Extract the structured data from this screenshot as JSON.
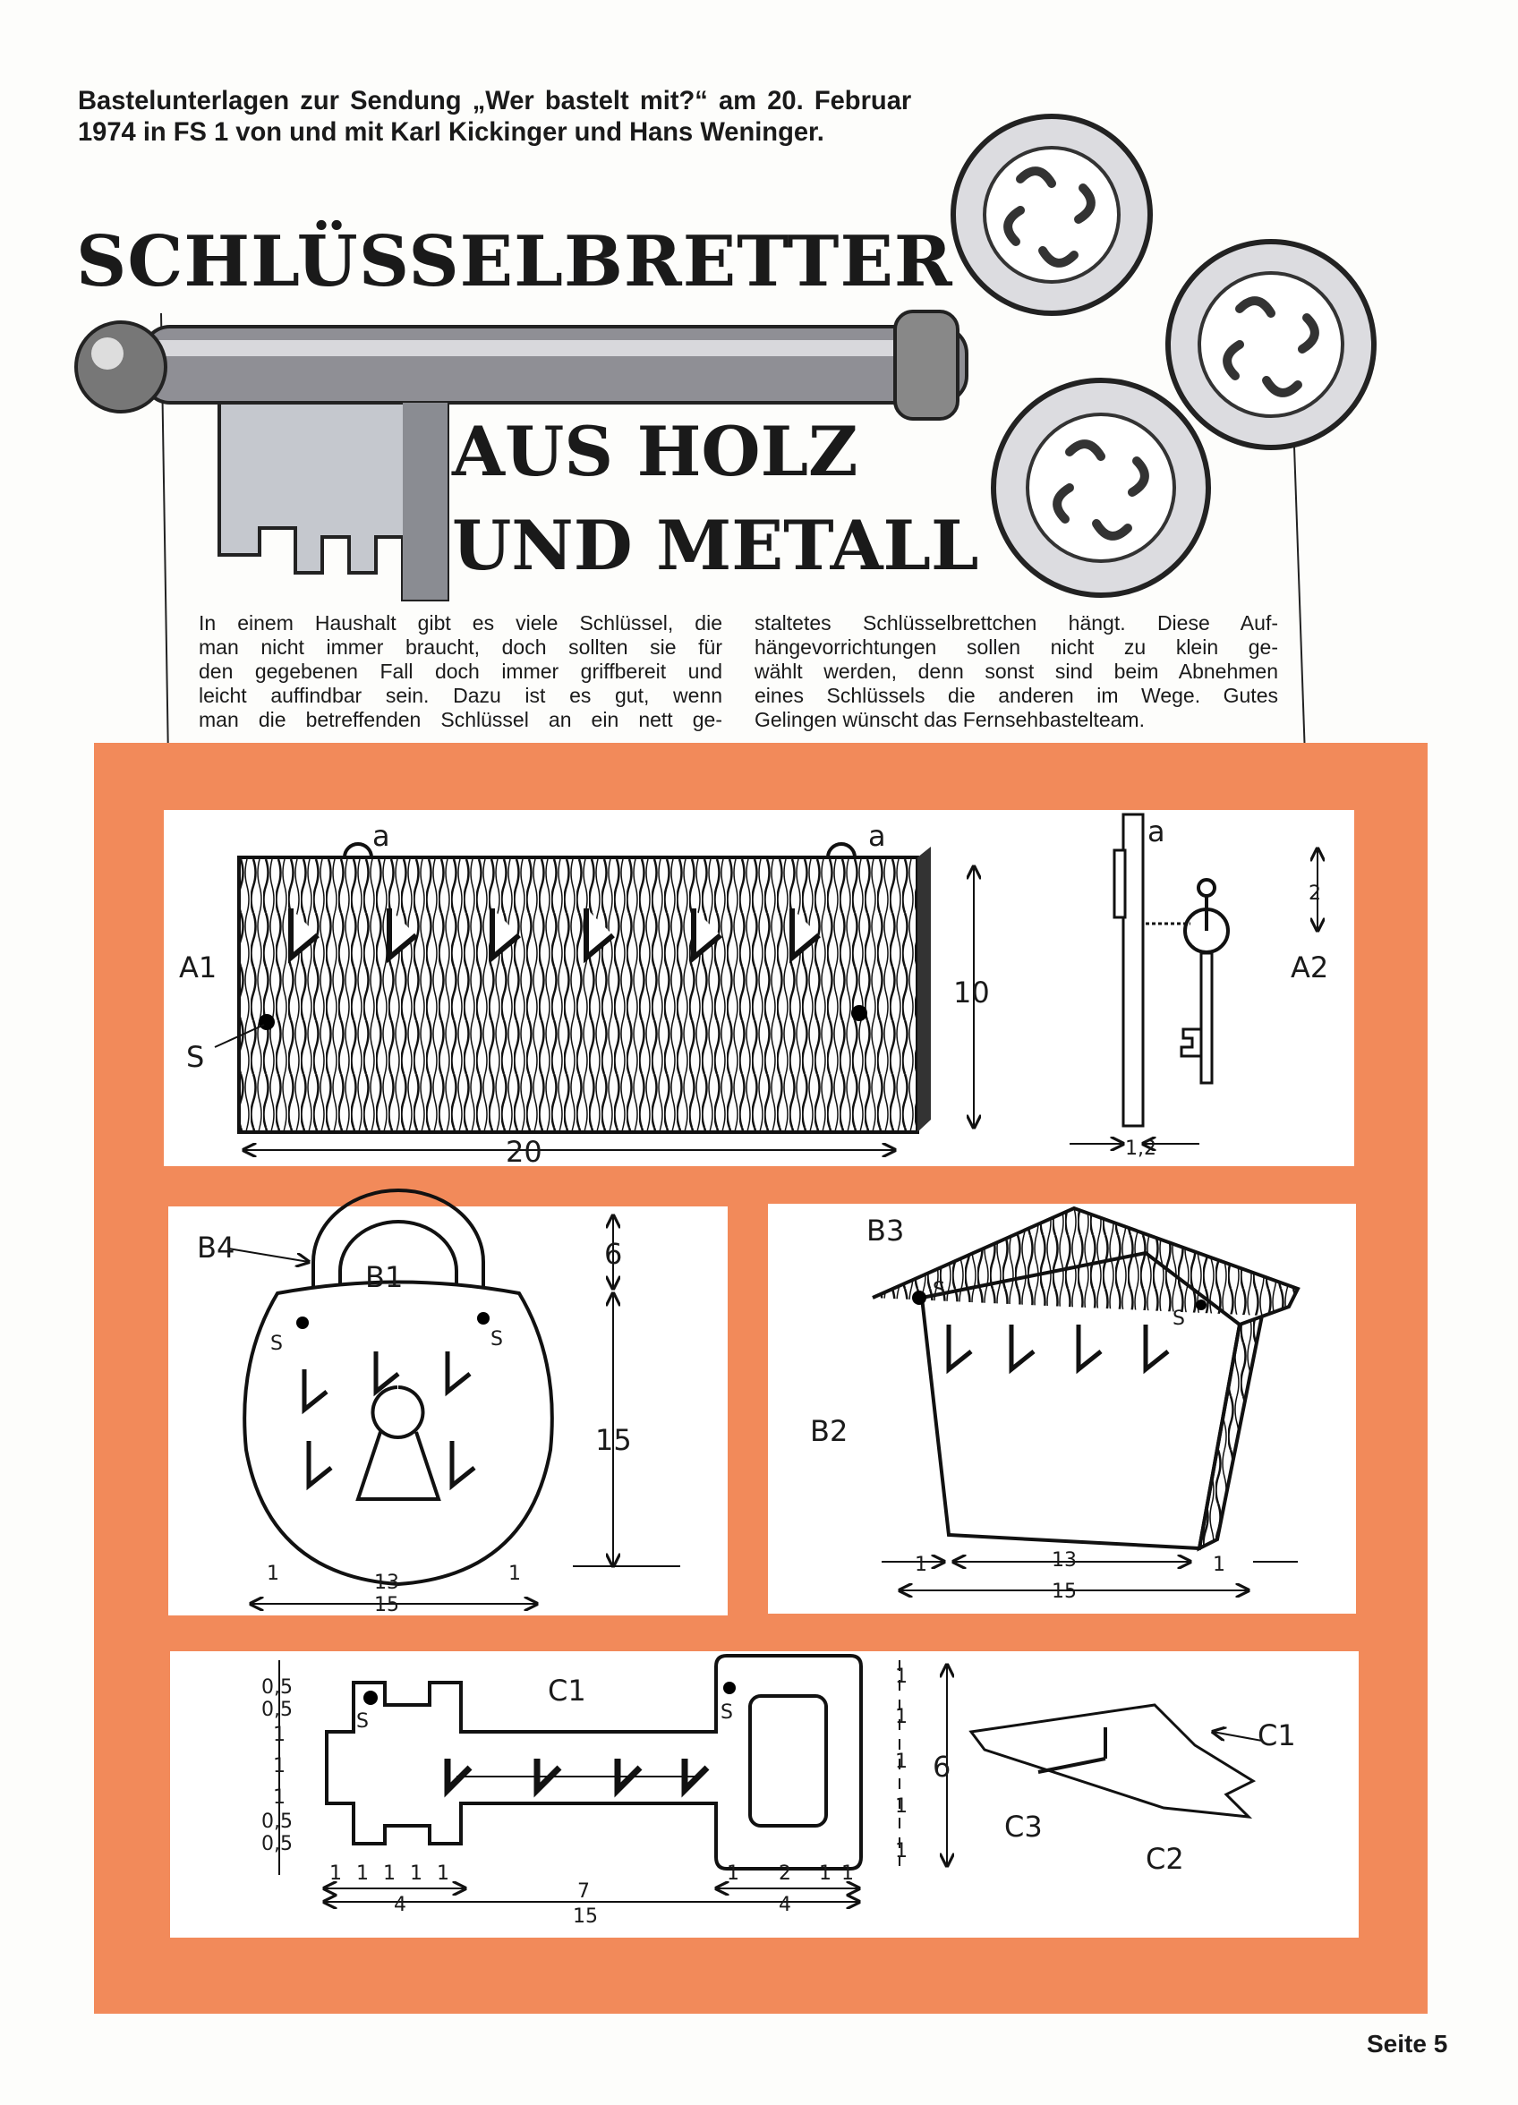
{
  "intro": "Bastelunterlagen zur Sendung „Wer bastelt mit?“ am 20. Februar 1974 in FS 1 von und mit Karl Kickinger und Hans Weninger.",
  "title": "SCHLÜSSELBRETTER",
  "subtitle_line1": "AUS HOLZ",
  "subtitle_line2": "UND METALL",
  "body": {
    "col1": [
      "In einem Haushalt gibt es viele Schlüssel, die",
      "man nicht immer braucht, doch sollten sie für",
      "den gegebenen Fall doch immer griffbereit und",
      "leicht auffindbar sein. Dazu ist es gut, wenn",
      "man die betreffenden Schlüssel an ein nett ge-"
    ],
    "col2": [
      "staltetes Schlüsselbrettchen hängt. Diese Auf-",
      "hängevorrichtungen sollen nicht zu klein ge-",
      "wählt werden, denn sonst sind beim Abnehmen",
      "eines Schlüssels die anderen im Wege. Gutes",
      "Gelingen wünscht das Fernsehbastelteam."
    ]
  },
  "panel_color": "#f28a5a",
  "drawing_a": {
    "label_a1": "A1",
    "label_s": "S",
    "label_a_left": "a",
    "label_a_right": "a",
    "height": "10",
    "width": "20",
    "label_a_side": "a",
    "hook_dist": "2",
    "label_a2": "A2",
    "thickness": "1,2"
  },
  "drawing_b1": {
    "label_b4": "B4",
    "label_b1": "B1",
    "shackle": "6",
    "body": "15",
    "s_left": "S",
    "s_right": "S",
    "margin_left": "1",
    "inner": "13",
    "margin_right": "1",
    "total": "15"
  },
  "drawing_b2": {
    "label_b3": "B3",
    "label_b2": "B2",
    "s_left": "S",
    "s_right": "S",
    "margin_left": "1",
    "inner": "13",
    "margin_right": "1",
    "total": "15"
  },
  "drawing_c": {
    "label_c1": "C1",
    "s_left": "S",
    "s_right": "S",
    "left_dims": [
      "0,5",
      "0,5",
      "1",
      "1",
      "1",
      "0,5",
      "0,5"
    ],
    "right_dims": [
      "1",
      "1",
      "1",
      "1",
      "1"
    ],
    "height": "6",
    "label_c1_detail": "C1",
    "label_c3": "C3",
    "label_c2": "C2",
    "bottom_small": [
      "1",
      "1",
      "1",
      "1",
      "1"
    ],
    "part_4a": "4",
    "part_7": "7",
    "total": "15",
    "right_small": [
      "1",
      "2",
      "1",
      "1"
    ],
    "part_4b": "4"
  },
  "page_number": "Seite 5"
}
